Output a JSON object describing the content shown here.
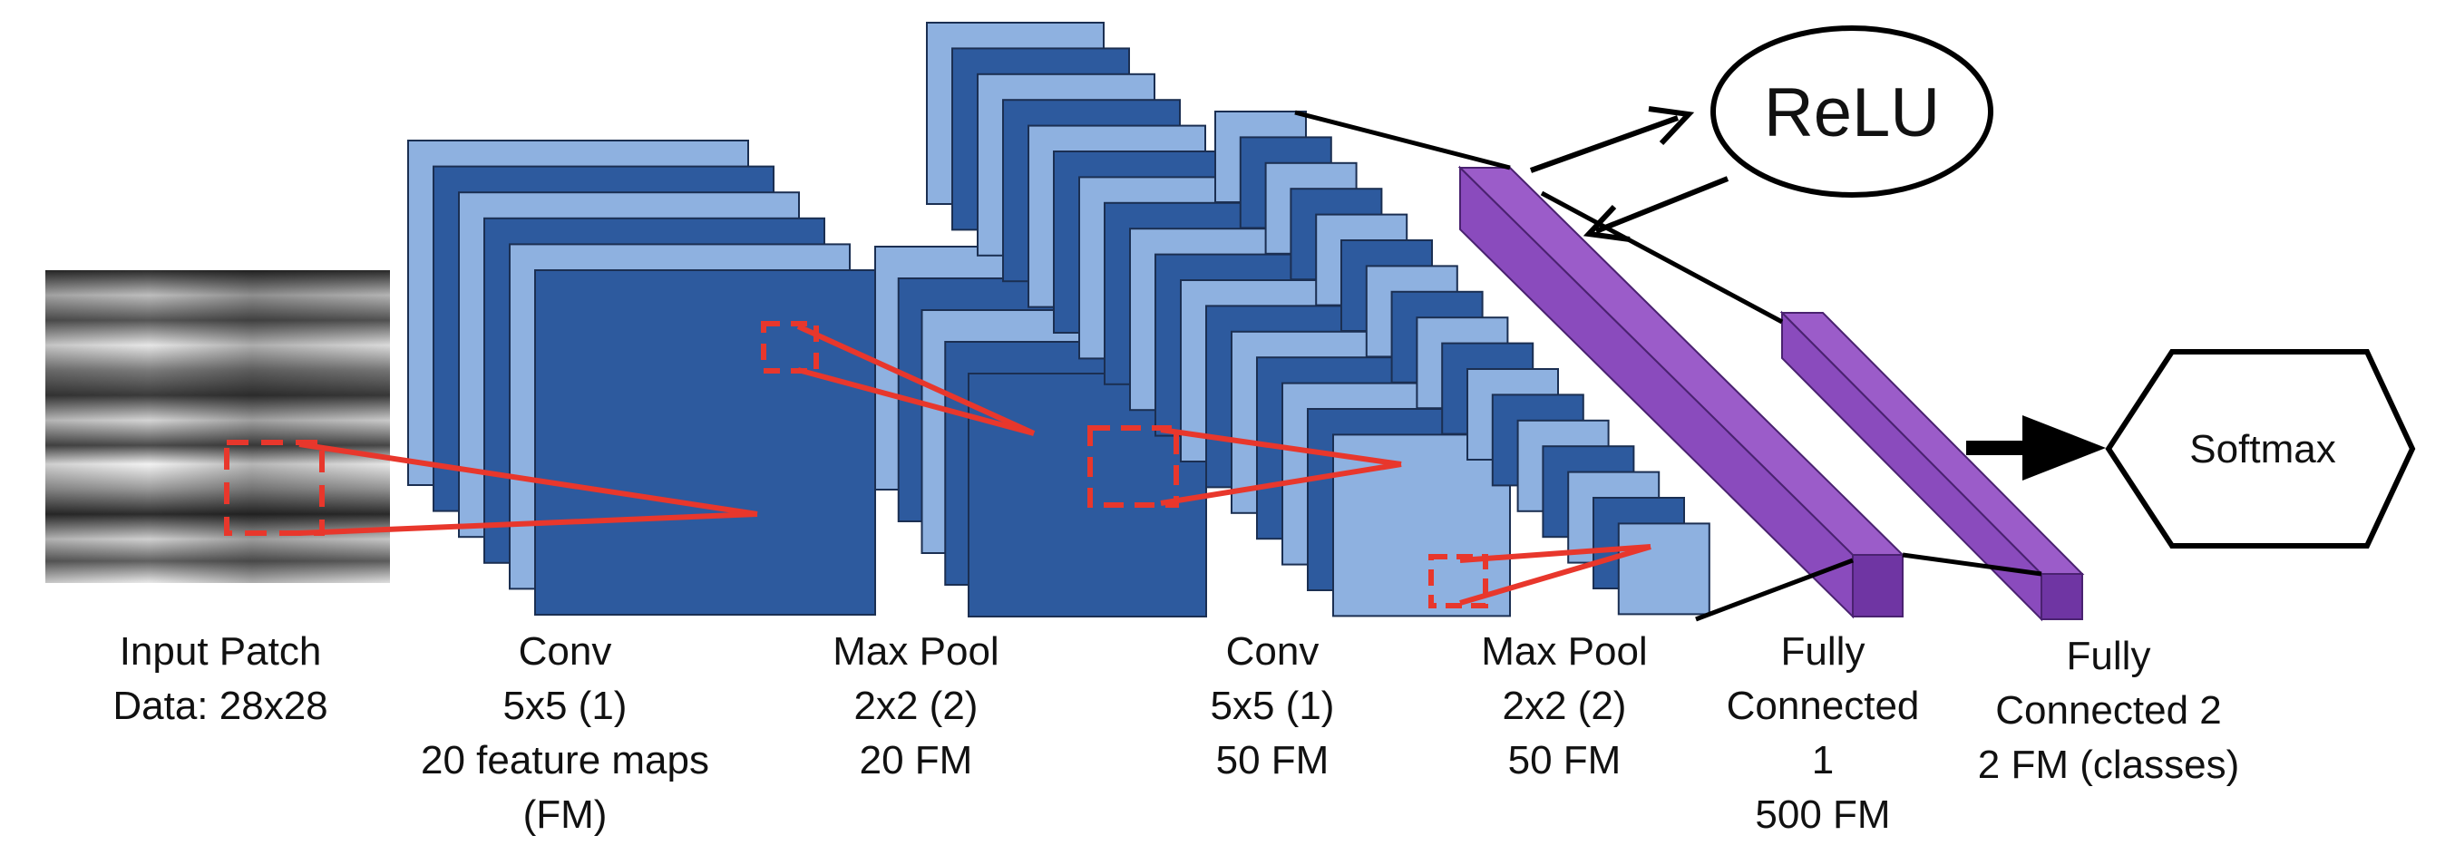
{
  "colors": {
    "dark_blue": "#2d5a9e",
    "light_blue": "#8eb1e0",
    "outline": "#1b2f52",
    "purple": "#8a4bbd",
    "purple_dark": "#5b2a8c",
    "red": "#e8372c",
    "black": "#000000"
  },
  "nodes": {
    "relu": "ReLU",
    "softmax": "Softmax"
  },
  "captions": {
    "input": [
      "Input Patch",
      "Data: 28x28"
    ],
    "conv1": [
      "Conv",
      "5x5 (1)",
      "20 feature maps",
      "(FM)"
    ],
    "pool1": [
      "Max Pool",
      "2x2 (2)",
      "20 FM"
    ],
    "conv2": [
      "Conv",
      "5x5 (1)",
      "50 FM"
    ],
    "pool2": [
      "Max Pool",
      "2x2 (2)",
      "50 FM"
    ],
    "fc1": [
      "Fully",
      "Connected",
      "1",
      "500 FM"
    ],
    "fc2": [
      "Fully",
      "Connected 2",
      "2 FM (classes)"
    ]
  }
}
